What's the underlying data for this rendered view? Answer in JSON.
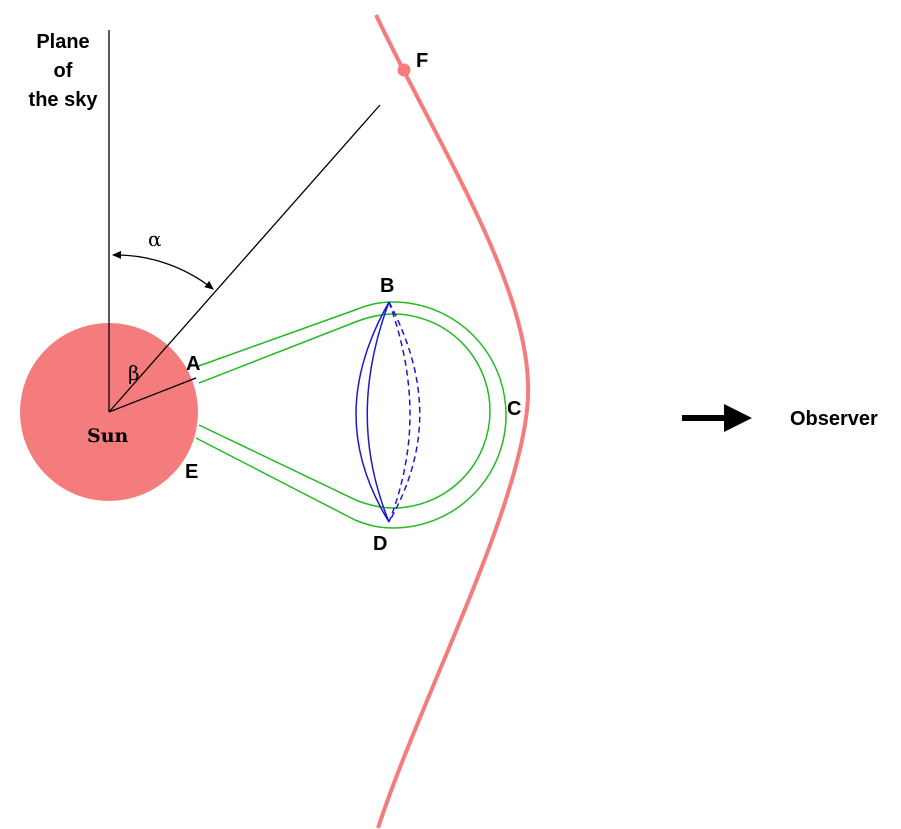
{
  "diagram": {
    "plane_label": [
      "Plane",
      "of",
      "the sky"
    ],
    "sun_label": "Sun",
    "angle_alpha": "α",
    "angle_beta": "β",
    "points": {
      "A": "A",
      "B": "B",
      "C": "C",
      "D": "D",
      "E": "E",
      "F": "F"
    },
    "observer_label": "Observer",
    "colors": {
      "sun": "#f47c7c",
      "shock_front": "#f47c7c",
      "flux_rope": "#22bb22",
      "loop": "#1a1acc",
      "lines": "#000000"
    }
  }
}
